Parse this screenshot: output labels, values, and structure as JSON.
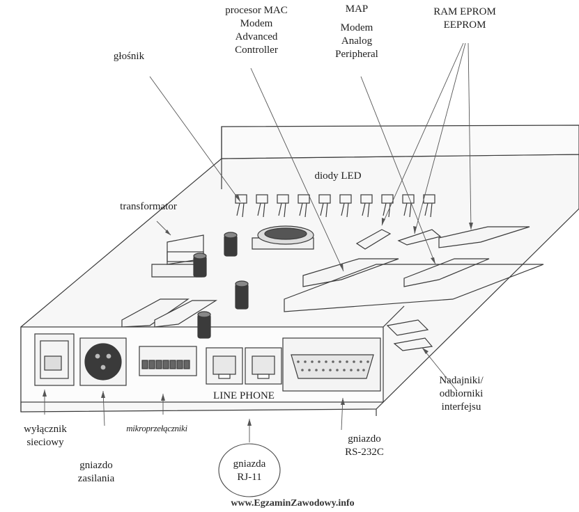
{
  "labels": {
    "mac_title": "procesor MAC",
    "mac_line1": "Modem",
    "mac_line2": "Advanced",
    "mac_line3": "Controller",
    "map_title": "MAP",
    "map_line1": "Modem",
    "map_line2": "Analog",
    "map_line3": "Peripheral",
    "ram_line1": "RAM EPROM",
    "ram_line2": "EEPROM",
    "speaker": "głośnik",
    "leds": "diody LED",
    "transformer": "transformator",
    "line_phone": "LINE PHONE",
    "transceivers_1": "Nadajniki/",
    "transceivers_2": "odbiorniki",
    "transceivers_3": "interfejsu",
    "power_switch_1": "wyłącznik",
    "power_switch_2": "sieciowy",
    "dip_switches": "mikroprzełączniki",
    "power_socket_1": "gniazdo",
    "power_socket_2": "zasilania",
    "rj11_1": "gniazda",
    "rj11_2": "RJ-11",
    "rs232_1": "gniazdo",
    "rs232_2": "RS-232C"
  },
  "watermark": "www.EgzaminZawodowy.info",
  "colors": {
    "line": "#3a3a3a",
    "board_fill": "#f7f7f7",
    "capacitor": "#3b3b3b",
    "leader": "#555555"
  }
}
